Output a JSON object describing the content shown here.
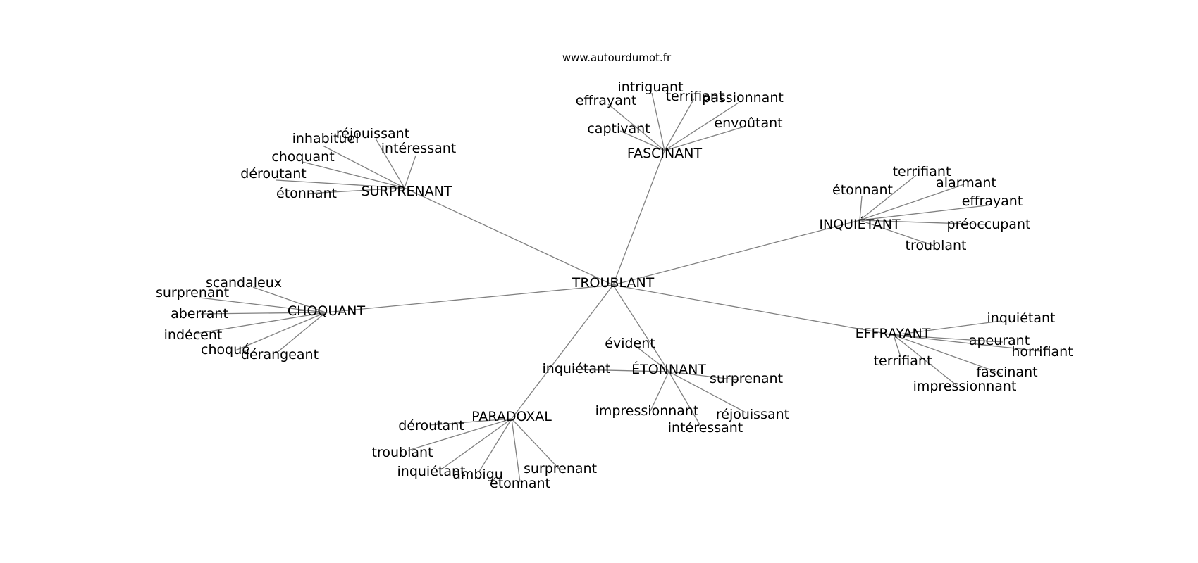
{
  "source_text": "www.autourdumot.fr",
  "graph": {
    "center": "TROUBLANT",
    "hubs": [
      {
        "id": "surprenant",
        "label": "SURPRENANT",
        "leaves": [
          "réjouissant",
          "inhabituel",
          "intéressant",
          "choquant",
          "déroutant",
          "étonnant"
        ]
      },
      {
        "id": "fascinant",
        "label": "FASCINANT",
        "leaves": [
          "intriguant",
          "effrayant",
          "terrifiant",
          "passionnant",
          "captivant",
          "envoûtant"
        ]
      },
      {
        "id": "inquietant",
        "label": "INQUIÉTANT",
        "leaves": [
          "terrifiant",
          "étonnant",
          "alarmant",
          "effrayant",
          "préoccupant",
          "troublant"
        ]
      },
      {
        "id": "choquant",
        "label": "CHOQUANT",
        "leaves": [
          "scandaleux",
          "surprenant",
          "aberrant",
          "indécent",
          "choqué",
          "dérangeant"
        ]
      },
      {
        "id": "effrayant",
        "label": "EFFRAYANT",
        "leaves": [
          "inquiétant",
          "apeurant",
          "horrifiant",
          "terrifiant",
          "fascinant",
          "impressionnant"
        ]
      },
      {
        "id": "etonnant",
        "label": "ÉTONNANT",
        "leaves": [
          "évident",
          "inquiétant",
          "surprenant",
          "impressionnant",
          "réjouissant",
          "intéressant"
        ]
      },
      {
        "id": "paradoxal",
        "label": "PARADOXAL",
        "leaves": [
          "déroutant",
          "troublant",
          "inquiétant",
          "ambigu",
          "surprenant",
          "étonnant"
        ]
      }
    ]
  }
}
